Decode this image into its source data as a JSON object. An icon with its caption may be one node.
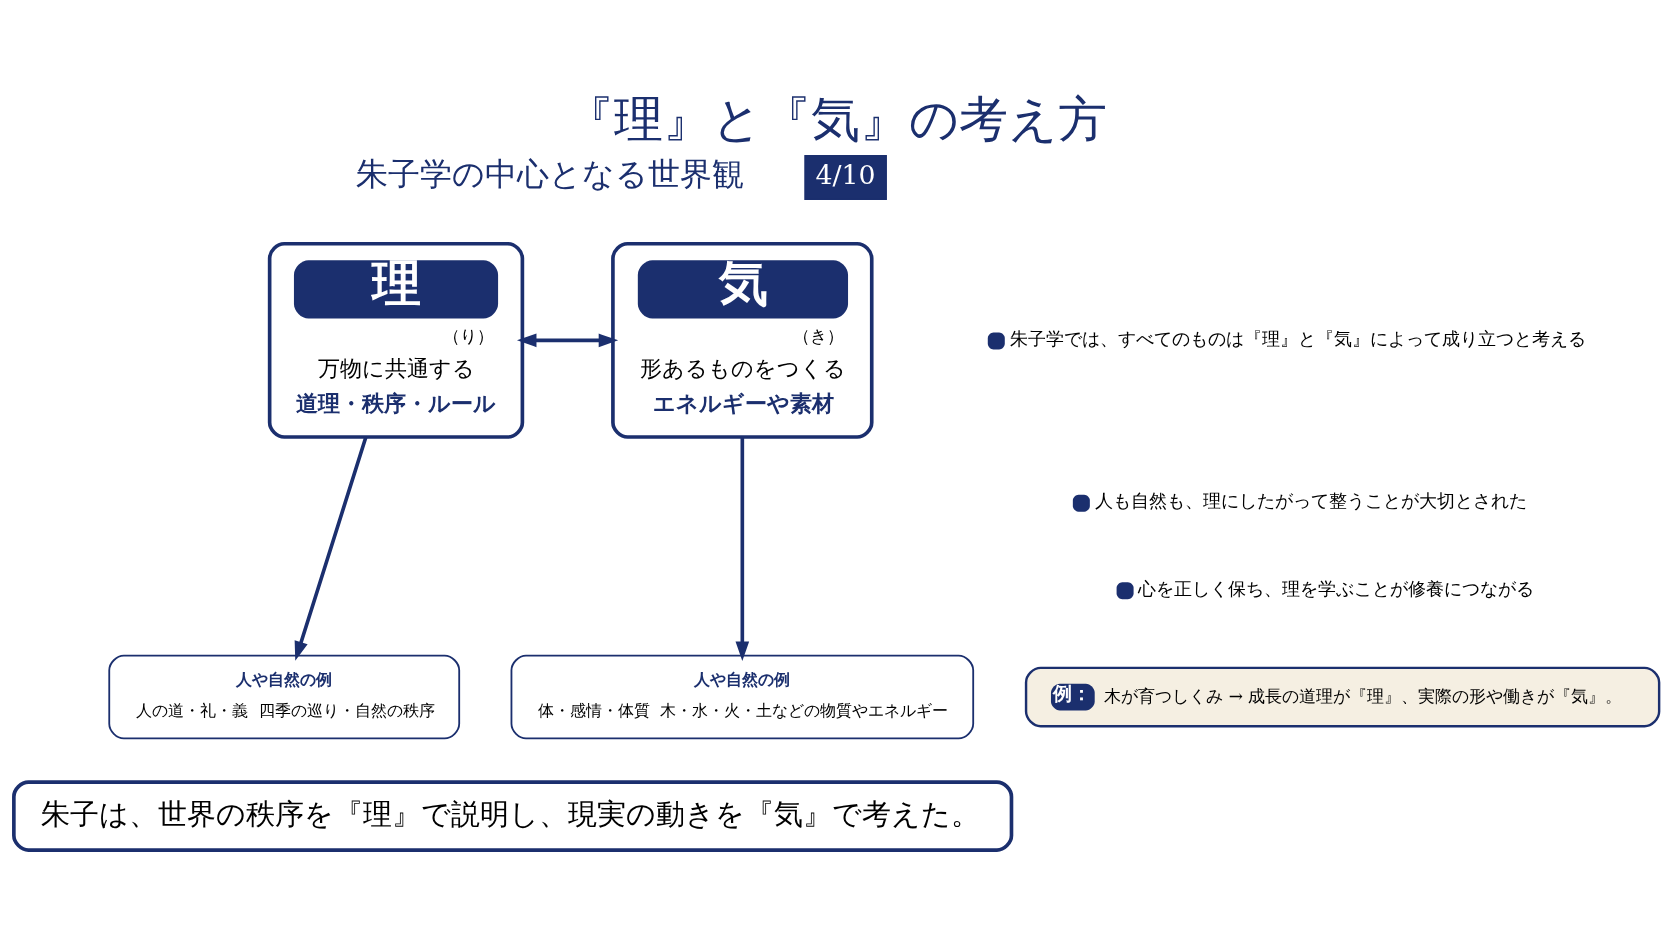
{
  "diagram": {
    "title": "『理』と『気』の考え方",
    "nodes": [
      {
        "text": [
          "理",
          "（り）",
          "万物に共通する",
          "道理・秩序・ルール"
        ]
      },
      {
        "text": [
          "気",
          "（き）",
          "形あるものをつくる",
          "エネルギーや素材"
        ]
      },
      {
        "text": [
          "人や自然の例",
          "人の道・礼・義",
          "四季の巡り・自然の秩序"
        ]
      },
      {
        "text": [
          "人や自然の例",
          "体・感情・体質",
          "木・水・火・土などの物質やエネルギー"
        ]
      },
      {
        "text": [
          "例：",
          "木が育つしくみ → 成長の道理が『理』、実際の形や働きが『気』。"
        ]
      },
      {
        "text": [
          "朱子は、世界の秩序を『理』で説明し、現実の動きを『気』で考えた。"
        ]
      }
    ],
    "edges": [
      {
        "from": 0,
        "to": 1,
        "arrow": "both"
      },
      {
        "from": 0,
        "to": 2,
        "arrow": "to"
      },
      {
        "from": 1,
        "to": 3,
        "arrow": "to"
      }
    ],
    "labels": [
      "4/10",
      "朱子学の中心となる世界観",
      "朱子学では、すべてのものは『理』と『気』によって成り立つと考える",
      "人も自然も、理にしたがって整うことが大切とされた",
      "心を正しく保ち、理を学ぶことが修養につながる"
    ]
  }
}
